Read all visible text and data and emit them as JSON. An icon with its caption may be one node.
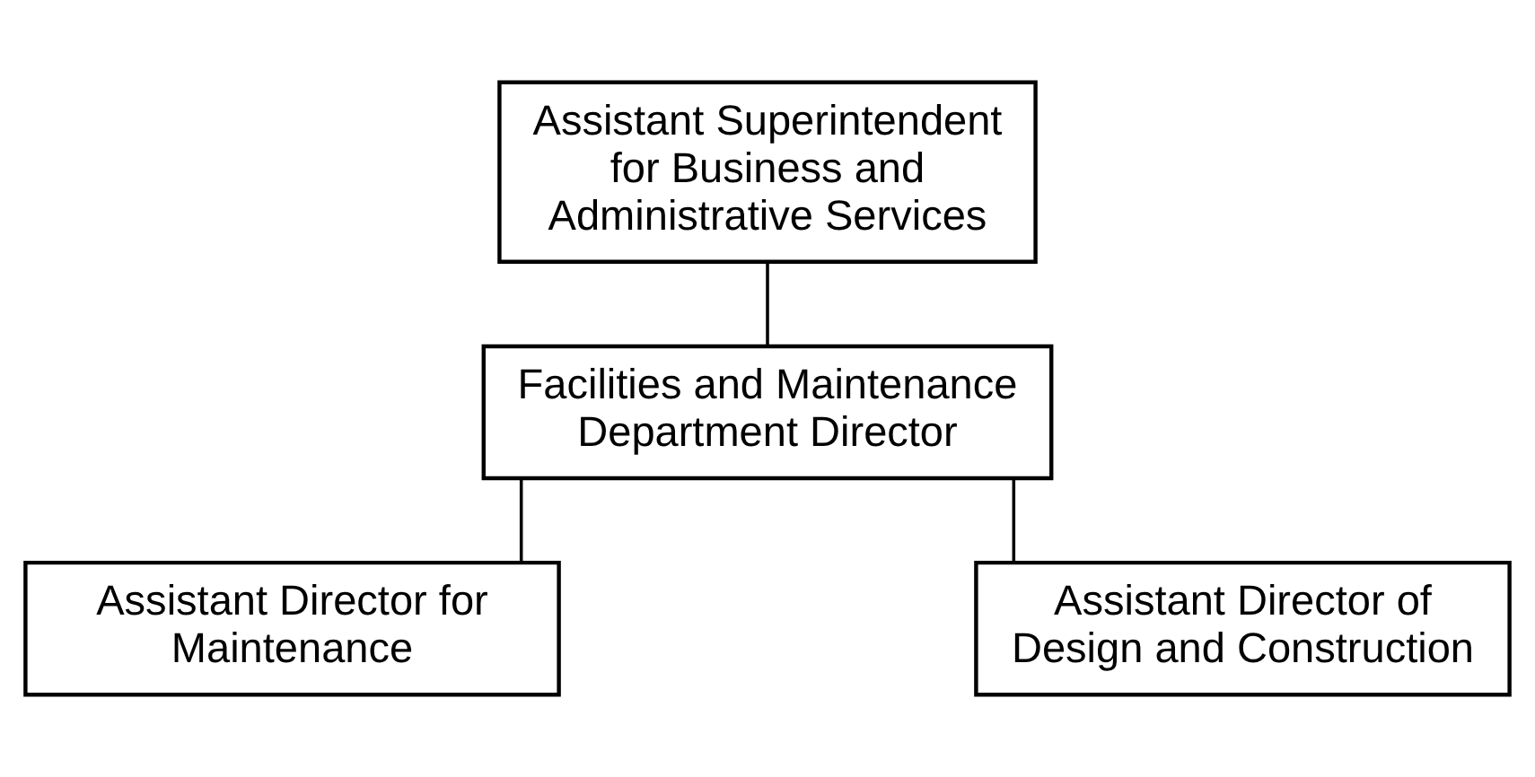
{
  "diagram": {
    "nodes": [
      {
        "text": [
          "Assistant Superintendent for Business and Administrative Services"
        ]
      },
      {
        "text": [
          "Facilities and Maintenance Department Director"
        ]
      },
      {
        "text": [
          "Assistant Director for Maintenance"
        ]
      },
      {
        "text": [
          "Assistant Director of Design and Construction"
        ]
      }
    ],
    "edges": [
      {
        "from": 0,
        "to": 1,
        "arrow": "none"
      },
      {
        "from": 1,
        "to": 2,
        "arrow": "none"
      },
      {
        "from": 1,
        "to": 3,
        "arrow": "none"
      }
    ]
  }
}
